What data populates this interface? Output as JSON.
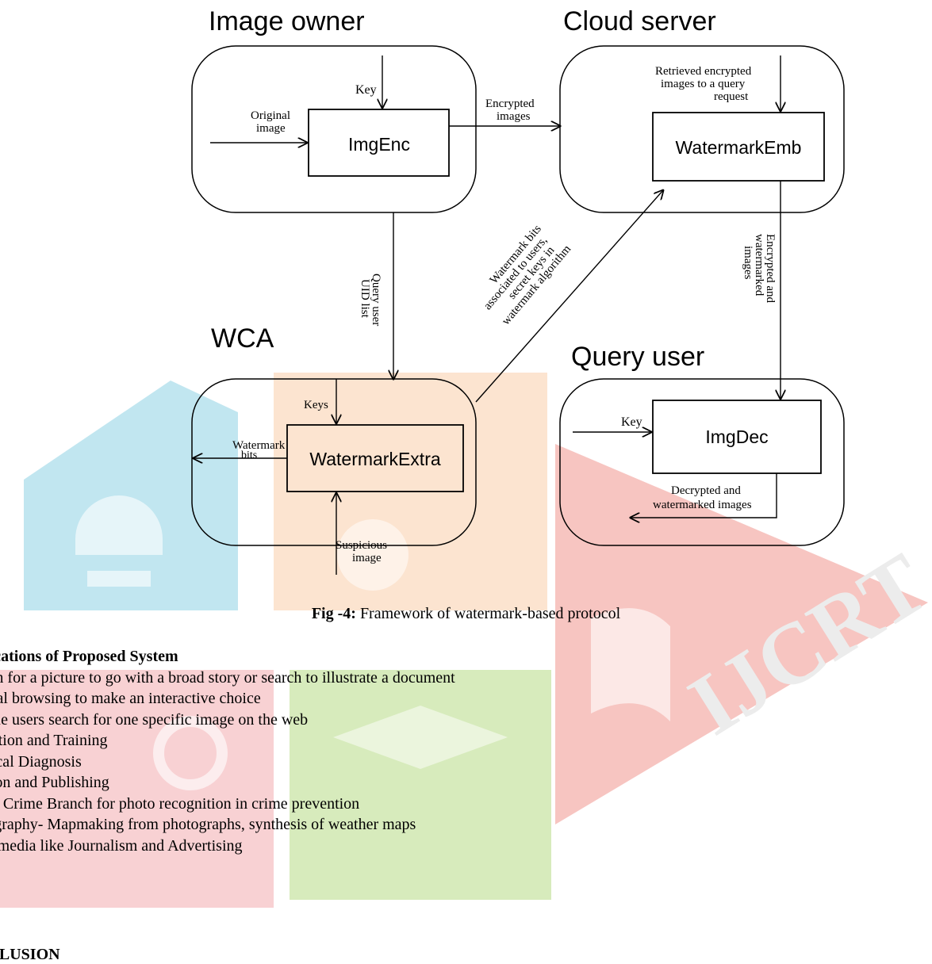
{
  "diagram": {
    "groups": {
      "image_owner": "Image owner",
      "cloud_server": "Cloud server",
      "wca": "WCA",
      "query_user": "Query user"
    },
    "boxes": {
      "img_enc": "ImgEnc",
      "watermark_emb": "WatermarkEmb",
      "watermark_extra": "WatermarkExtra",
      "img_dec": "ImgDec"
    },
    "labels": {
      "key_owner": "Key",
      "original_image_1": "Original",
      "original_image_2": "image",
      "encrypted_images_1": "Encrypted",
      "encrypted_images_2": "images",
      "retrieved_1": "Retrieved encrypted",
      "retrieved_2": "images to a query",
      "retrieved_3": "request",
      "query_user_uid_1": "Query user",
      "query_user_uid_2": "UID list",
      "watermark_bits_assoc_1": "Watermark bits",
      "watermark_bits_assoc_2": "associated to users,",
      "watermark_bits_assoc_3": "secret keys in",
      "watermark_bits_assoc_4": "watermark algorithm",
      "enc_wm_images_1": "Encrypted and",
      "enc_wm_images_2": "watermarked",
      "enc_wm_images_3": "images",
      "keys_wca": "Keys",
      "watermark_bits_1": "Watermark",
      "watermark_bits_2": "bits",
      "suspicious_1": "Suspicious",
      "suspicious_2": "image",
      "key_user": "Key",
      "decrypted_1": "Decrypted and",
      "decrypted_2": "watermarked images"
    }
  },
  "caption": {
    "prefix": "Fig -4:",
    "text": " Framework of watermark-based protocol"
  },
  "section": {
    "heading": "plications of Proposed System",
    "items": [
      "arch for a picture to go with a broad story or search to illustrate a document",
      "neral browsing to make an interactive choice",
      "mple users search for one specific image on the web",
      "ucation and Training",
      "edical Diagnosis",
      "shion and Publishing",
      "lice Crime Branch for photo recognition in crime prevention",
      "rtography- Mapmaking from photographs, synthesis of weather maps",
      "ultimedia like Journalism and Advertising"
    ]
  },
  "next_heading": "NCLUSION",
  "watermark": {
    "text": "IJCRT",
    "colors": {
      "blue": "#4fb7d4",
      "orange": "#f6b37a",
      "red": "#e85a4f",
      "green": "#8cc63f",
      "pink": "#ec7c82"
    }
  }
}
